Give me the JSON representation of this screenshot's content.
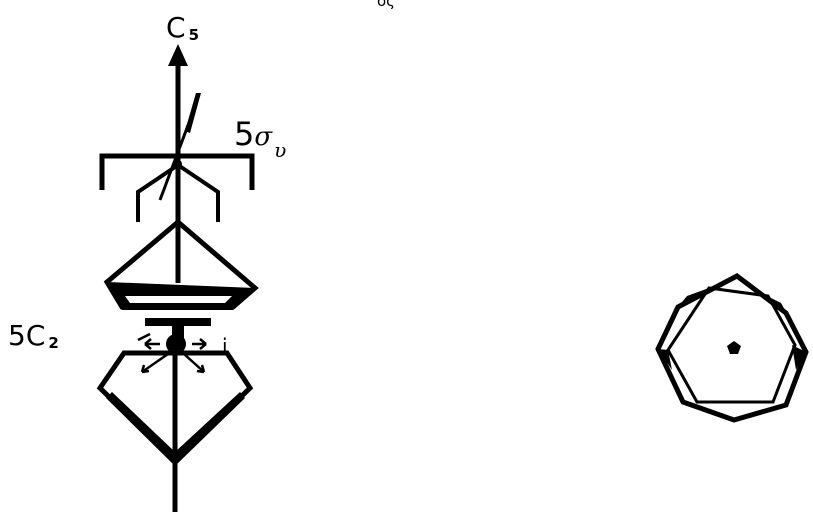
{
  "labels": {
    "c5": {
      "main": "C",
      "sub": "5"
    },
    "sigma_v": {
      "coef": "5",
      "symbol": "σ",
      "sub": "υ"
    },
    "c2": {
      "coef": "5C",
      "sub": "2"
    },
    "inversion": "i",
    "top_partial": "ος"
  },
  "colors": {
    "ink": "#000000",
    "background": "#ffffff"
  }
}
